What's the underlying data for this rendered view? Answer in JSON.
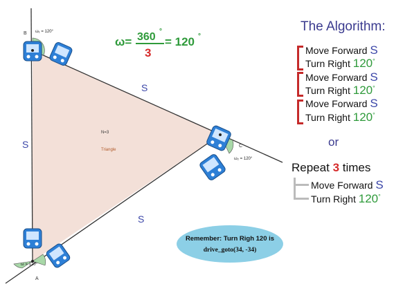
{
  "diagram": {
    "formula": {
      "omega": "ω=",
      "numerator": "360",
      "numerator_deg": "°",
      "denominator": "3",
      "equals": "= 120",
      "result_deg": "°"
    },
    "side_labels": [
      "S",
      "S",
      "S"
    ],
    "vertex_labels": {
      "a": "A",
      "b": "B",
      "c": "C"
    },
    "angle_labels": {
      "b": "ω₁ = 120°",
      "c": "ω₂ = 120°",
      "a": "ω = 120°"
    },
    "center_n": "N=3",
    "center_name": "Triangle",
    "callout": {
      "line1": "Remember: Turn Righ 120 is",
      "line2": "drive_goto(34, -34)"
    }
  },
  "algorithm": {
    "title": "The Algorithm:",
    "steps": [
      {
        "label": "Move Forward",
        "value": "S"
      },
      {
        "label": "Turn Right",
        "value": "120",
        "deg": "°"
      },
      {
        "label": "Move Forward",
        "value": "S"
      },
      {
        "label": "Turn Right",
        "value": "120",
        "deg": "°"
      },
      {
        "label": "Move Forward",
        "value": "S"
      },
      {
        "label": "Turn Right",
        "value": "120",
        "deg": "°"
      }
    ],
    "or": "or",
    "repeat": {
      "prefix": "Repeat",
      "count": "3",
      "suffix": "times"
    },
    "repeat_steps": [
      {
        "label": "Move Forward",
        "value": "S"
      },
      {
        "label": "Turn Right",
        "value": "120",
        "deg": "°"
      }
    ]
  },
  "colors": {
    "triangle_fill": "#f3e0d8",
    "line": "#333333",
    "robot_blue": "#2d7fd6",
    "accent_red": "#d62b2b",
    "accent_green": "#2e9a3a",
    "s_blue": "#3b46a8",
    "callout_fill": "#8ccfe6"
  }
}
